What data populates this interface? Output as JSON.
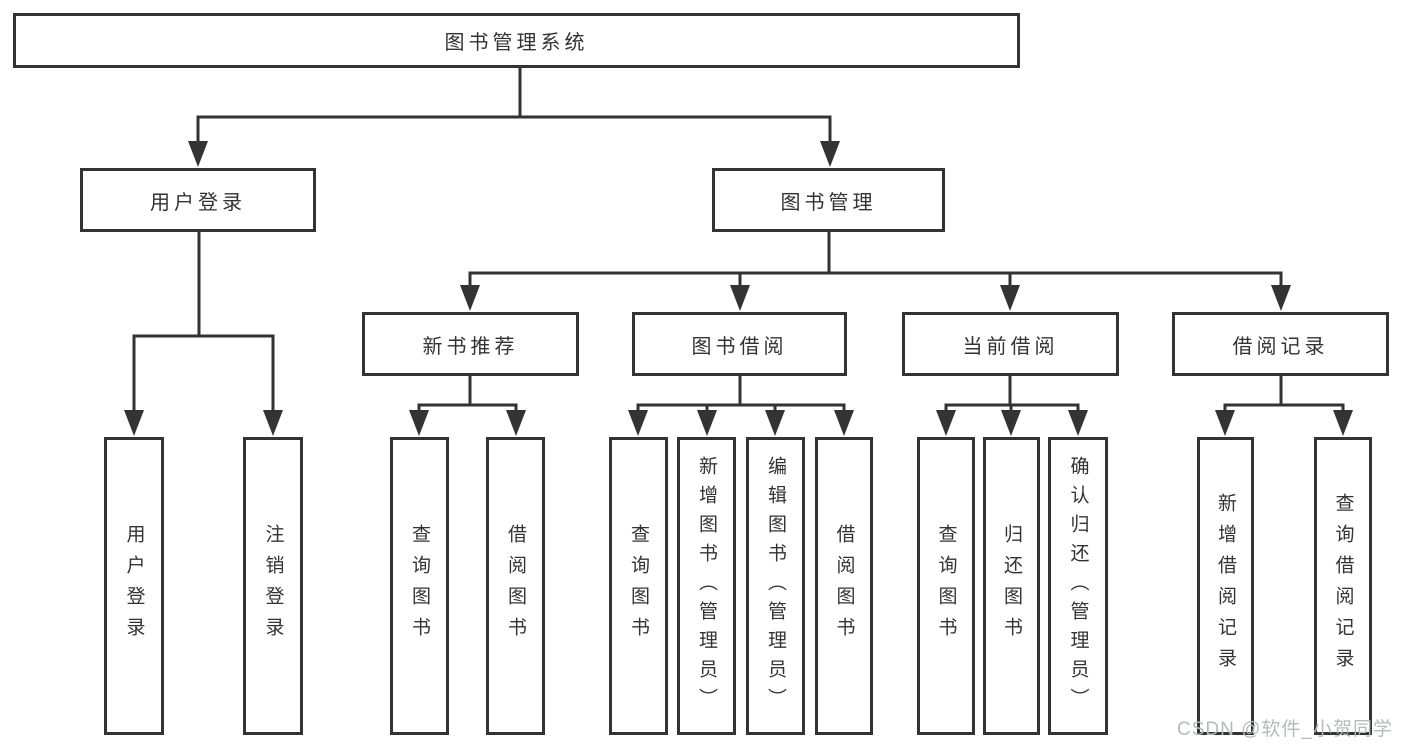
{
  "nodes": {
    "root": "图书管理系统",
    "user_login": "用户登录",
    "book_mgmt": "图书管理",
    "new_book_rec": "新书推荐",
    "book_borrow": "图书借阅",
    "current_borrow": "当前借阅",
    "borrow_records": "借阅记录",
    "leaf_user_login": "用户登录",
    "leaf_logout": "注销登录",
    "leaf_nbr_query": "查询图书",
    "leaf_nbr_borrow": "借阅图书",
    "leaf_bb_query": "查询图书",
    "leaf_bb_add": "新增图书（管理员）",
    "leaf_bb_edit": "编辑图书（管理员）",
    "leaf_bb_borrow": "借阅图书",
    "leaf_cb_query": "查询图书",
    "leaf_cb_return": "归还图书",
    "leaf_cb_confirm": "确认归还（管理员）",
    "leaf_br_add": "新增借阅记录",
    "leaf_br_query": "查询借阅记录"
  },
  "watermark": "CSDN @软件_小贺同学",
  "colors": {
    "line": "#333333",
    "text": "#333333",
    "watermark": "#b6babf"
  }
}
